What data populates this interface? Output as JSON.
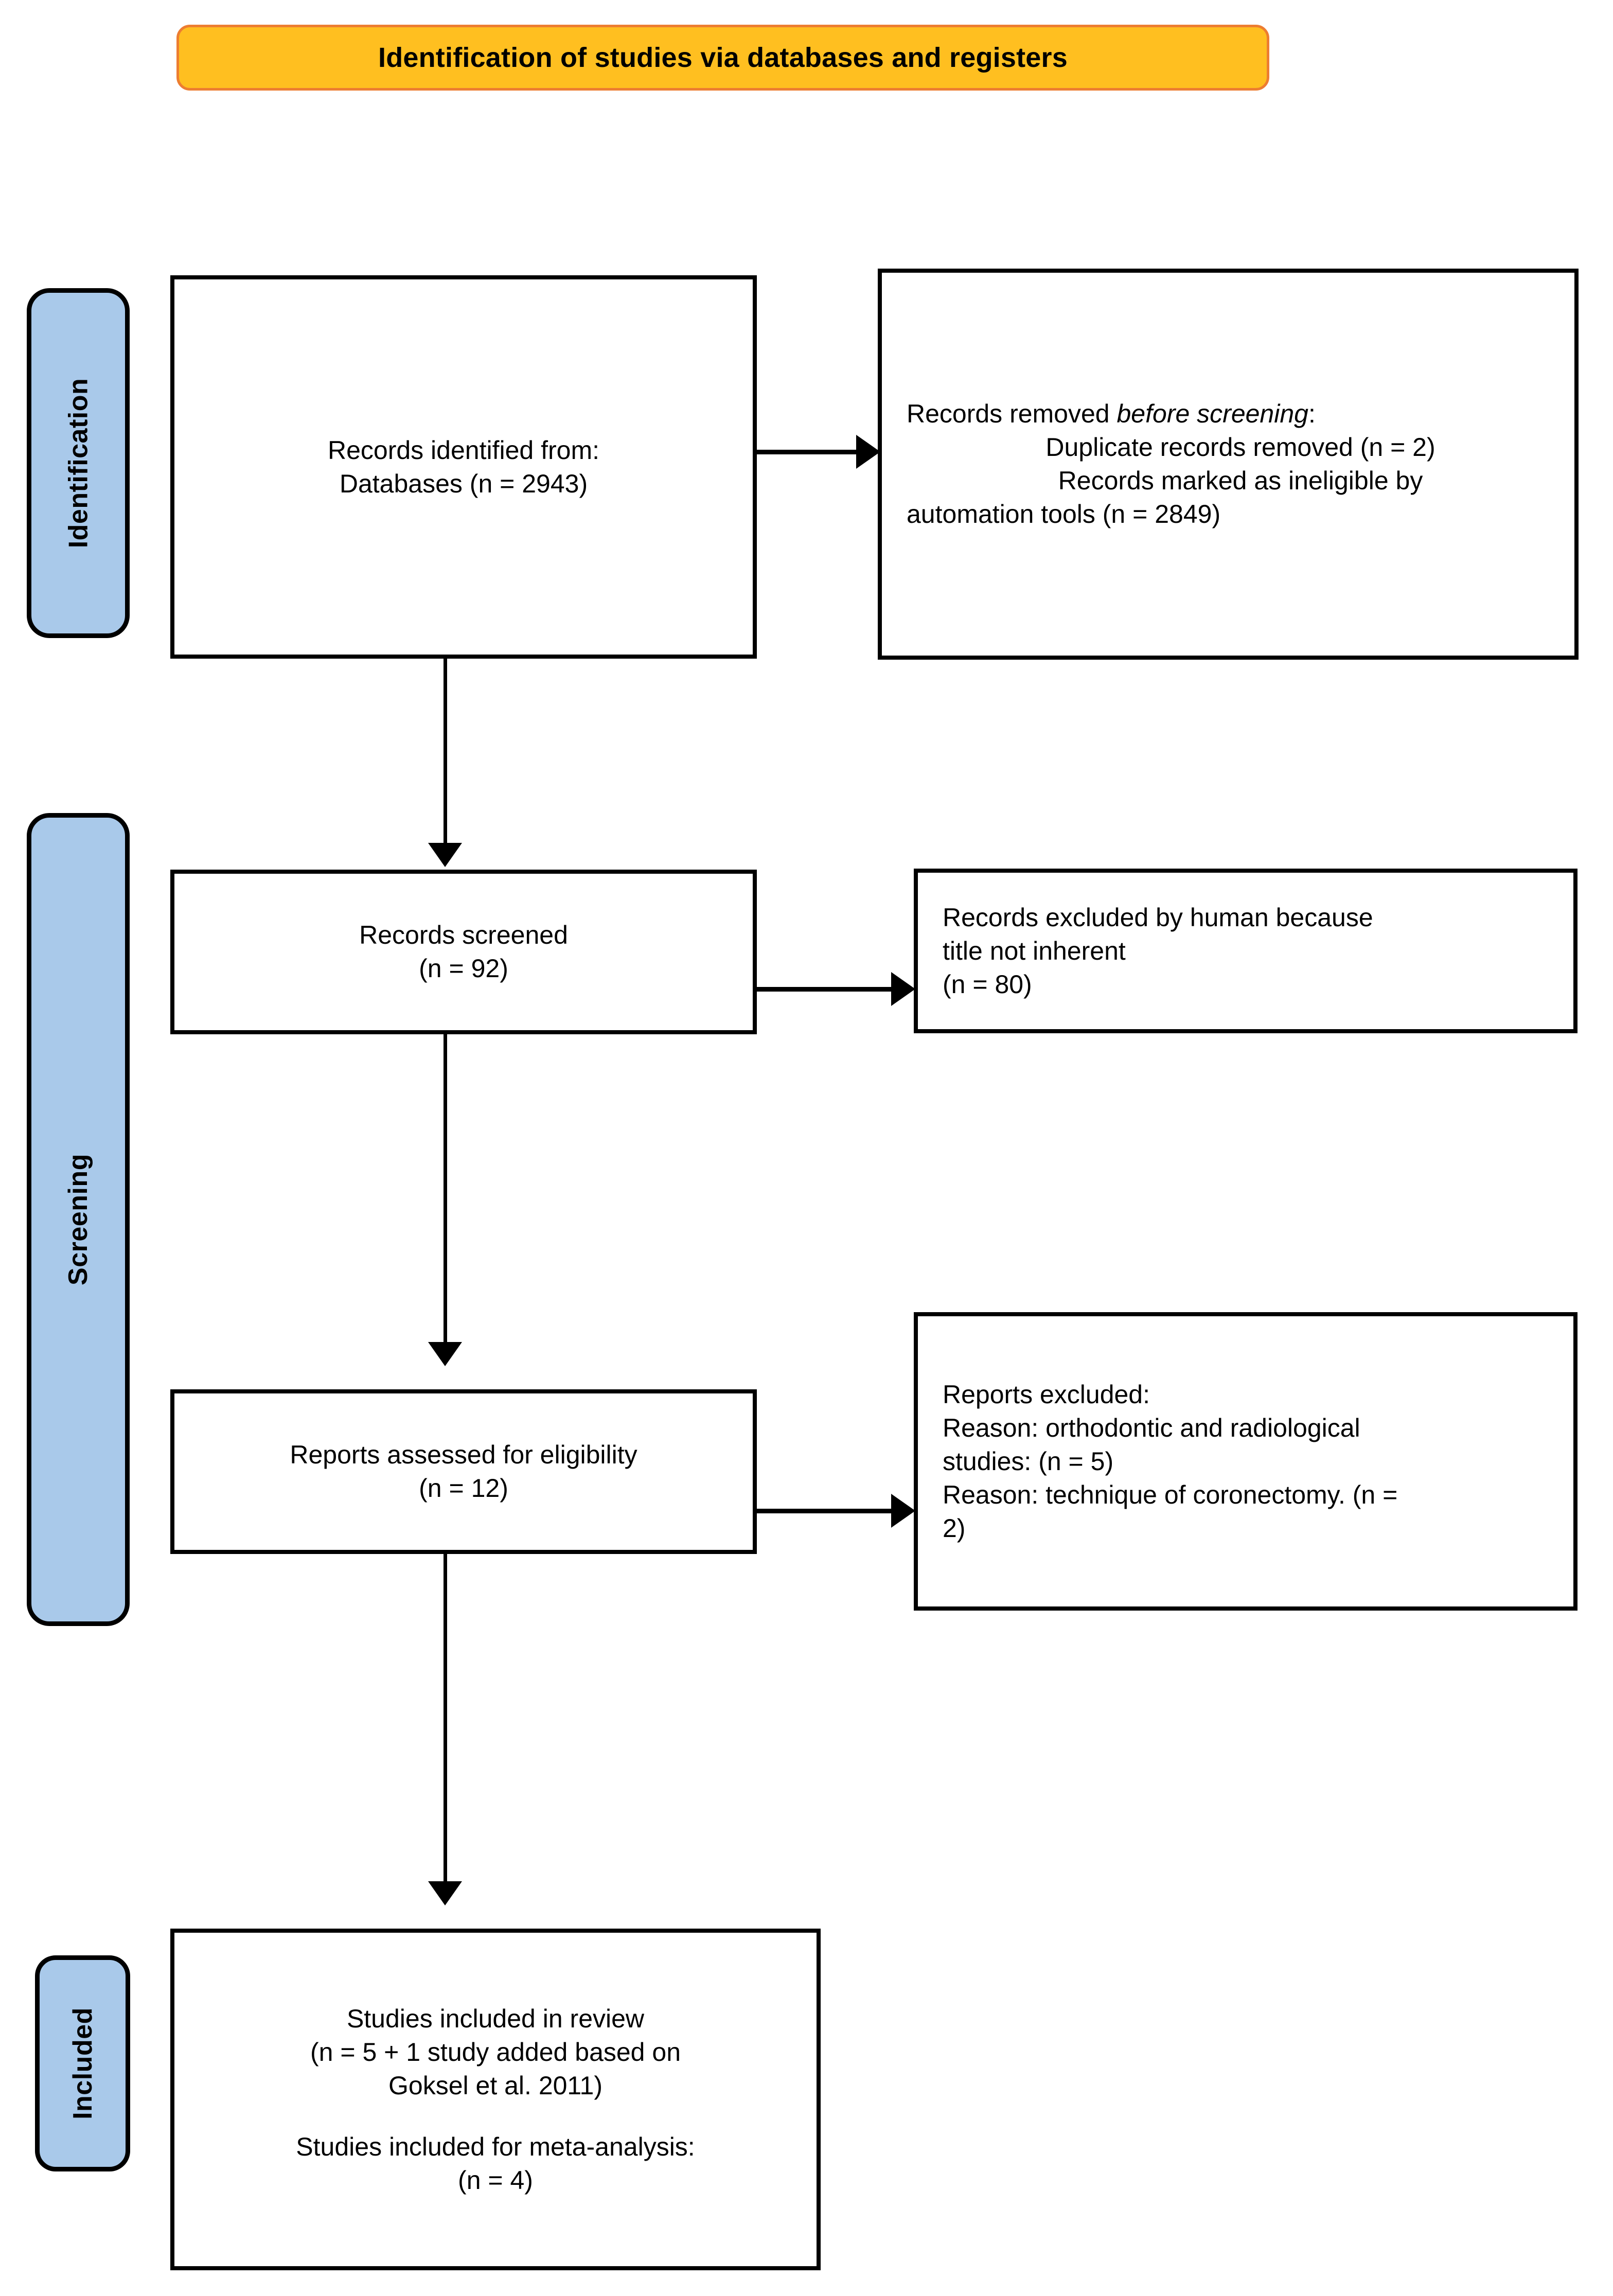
{
  "banner": {
    "title": "Identification of studies via databases and registers",
    "fill_color": "#FFBF20",
    "border_color": "#ED7D31"
  },
  "stages": {
    "fill_color": "#A9C9EA",
    "items": [
      {
        "id": "identification",
        "label": "Identification"
      },
      {
        "id": "screening",
        "label": "Screening"
      },
      {
        "id": "included",
        "label": "Included"
      }
    ]
  },
  "boxes": {
    "identified": {
      "line1": "Records identified from:",
      "line2": "Databases (n = 2943)"
    },
    "removed": {
      "line1_prefix": "Records removed ",
      "line1_italic": "before screening",
      "line1_suffix": ":",
      "line2": "Duplicate records removed (n = 2)",
      "line3": "Records marked as ineligible by",
      "line4": "automation tools (n = 2849)"
    },
    "screened": {
      "line1": "Records screened",
      "line2": "(n = 92)"
    },
    "excluded_human": {
      "line1": "Records excluded by human because",
      "line2": "title not inherent",
      "line3": "(n = 80)"
    },
    "eligibility": {
      "line1": "Reports assessed for eligibility",
      "line2": "(n = 12)"
    },
    "reports_excluded": {
      "line1": "Reports excluded:",
      "line2": "Reason: orthodontic and radiological",
      "line3": "studies: (n = 5)",
      "line4": "Reason: technique of coronectomy. (n =",
      "line5": "2)"
    },
    "included": {
      "line1": "Studies included in review",
      "line2": "(n = 5 + 1 study added based on",
      "line3": "Goksel et al. 2011)",
      "line4": "Studies included for meta-analysis:",
      "line5": "(n = 4)"
    }
  },
  "chart_data": {
    "type": "diagram",
    "title": "Identification of studies via databases and registers",
    "nodes": [
      {
        "id": "identified",
        "stage": "Identification",
        "label": "Records identified from: Databases (n = 2943)",
        "n": 2943
      },
      {
        "id": "removed",
        "stage": "Identification",
        "label": "Records removed before screening: Duplicate records removed (n = 2) Records marked as ineligible by automation tools (n = 2849)",
        "duplicates_removed": 2,
        "automation_ineligible": 2849
      },
      {
        "id": "screened",
        "stage": "Screening",
        "label": "Records screened (n = 92)",
        "n": 92
      },
      {
        "id": "excluded_human",
        "stage": "Screening",
        "label": "Records excluded by human because title not inherent (n = 80)",
        "n": 80
      },
      {
        "id": "eligibility",
        "stage": "Screening",
        "label": "Reports assessed for eligibility (n = 12)",
        "n": 12
      },
      {
        "id": "reports_excluded",
        "stage": "Screening",
        "label": "Reports excluded: Reason: orthodontic and radiological studies: (n = 5) Reason: technique of coronectomy. (n = 2)",
        "orthodontic_radiological": 5,
        "coronectomy_technique": 2
      },
      {
        "id": "included",
        "stage": "Included",
        "label": "Studies included in review (n = 5 + 1 study added based on Goksel et al. 2011) Studies included for meta-analysis: (n = 4)",
        "included_in_review": 6,
        "meta_analysis": 4
      }
    ],
    "edges": [
      {
        "from": "identified",
        "to": "removed",
        "direction": "right"
      },
      {
        "from": "identified",
        "to": "screened",
        "direction": "down"
      },
      {
        "from": "screened",
        "to": "excluded_human",
        "direction": "right"
      },
      {
        "from": "screened",
        "to": "eligibility",
        "direction": "down"
      },
      {
        "from": "eligibility",
        "to": "reports_excluded",
        "direction": "right"
      },
      {
        "from": "eligibility",
        "to": "included",
        "direction": "down"
      }
    ]
  }
}
